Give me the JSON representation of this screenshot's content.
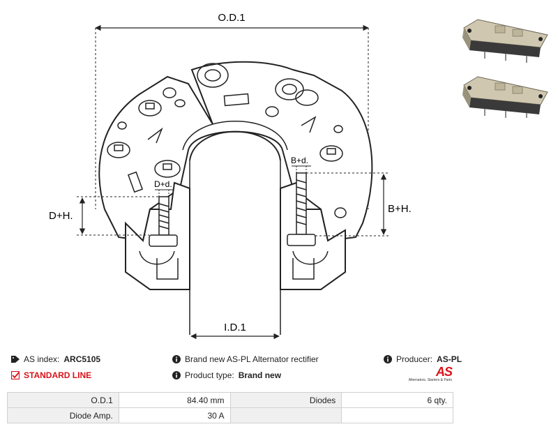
{
  "drawing": {
    "label_od": "O.D.1",
    "label_id": "I.D.1",
    "label_dh": "D+H.",
    "label_bh": "B+H.",
    "label_dd": "D+d.",
    "label_bd": "B+d."
  },
  "info": {
    "as_index_label": "AS index:",
    "as_index_value": "ARC5105",
    "standard_line": "STANDARD LINE",
    "description": "Brand new AS-PL Alternator rectifier",
    "product_type_label": "Product type:",
    "product_type_value": "Brand new",
    "producer_label": "Producer:",
    "producer_value": "AS-PL"
  },
  "logo": {
    "mark": "AS",
    "tagline": "Alternators, Starters & Parts"
  },
  "specs": [
    {
      "k1": "O.D.1",
      "v1": "84.40 mm",
      "k2": "Diodes",
      "v2": "6 qty."
    },
    {
      "k1": "Diode Amp.",
      "v1": "30 A",
      "k2": "",
      "v2": ""
    }
  ],
  "colors": {
    "accent_red": "#d9121b",
    "line": "#222222"
  }
}
